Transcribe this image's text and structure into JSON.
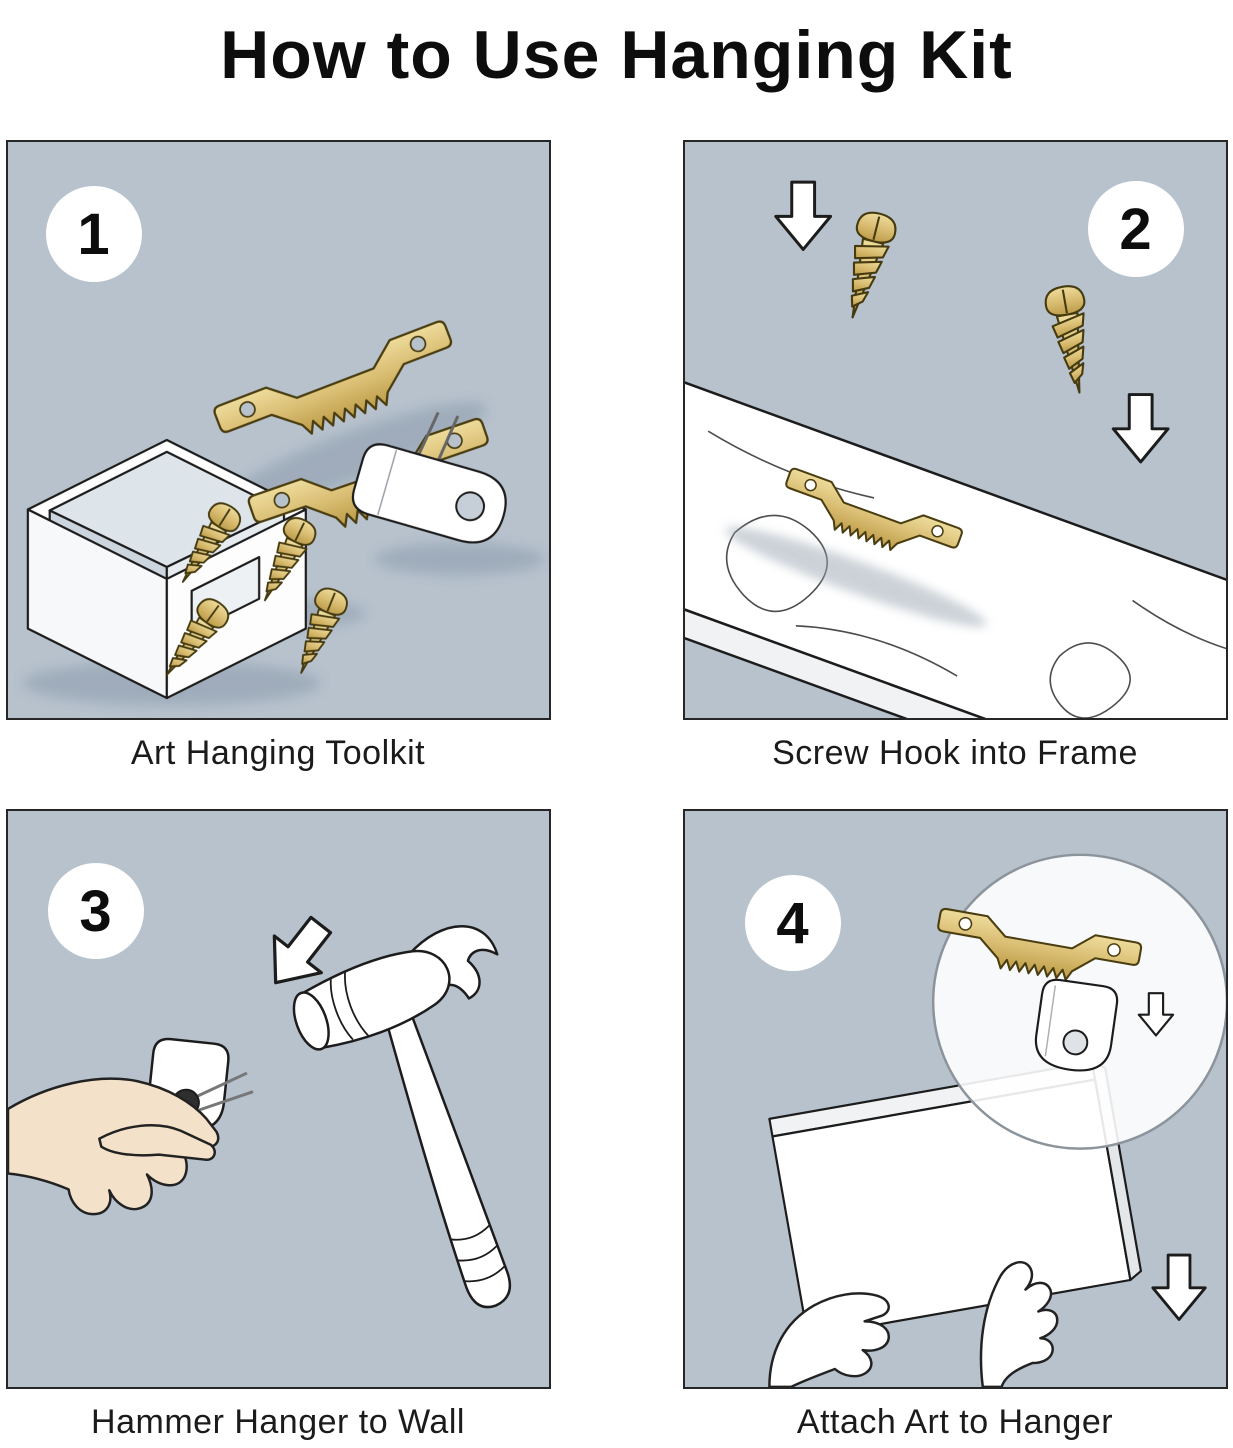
{
  "title": "How to Use Hanging  Kit",
  "steps": [
    {
      "number": "1",
      "caption": "Art Hanging Toolkit"
    },
    {
      "number": "2",
      "caption": "Screw Hook into Frame"
    },
    {
      "number": "3",
      "caption": "Hammer Hanger to Wall"
    },
    {
      "number": "4",
      "caption": "Attach Art to Hanger"
    }
  ],
  "colors": {
    "panel_background": "#b7c2cd",
    "brass_light": "#eedc9c",
    "brass_dark": "#bd9c48",
    "outline": "#1c1c1c",
    "skin": "#f3e2c9",
    "illustration_white": "#ffffff"
  }
}
